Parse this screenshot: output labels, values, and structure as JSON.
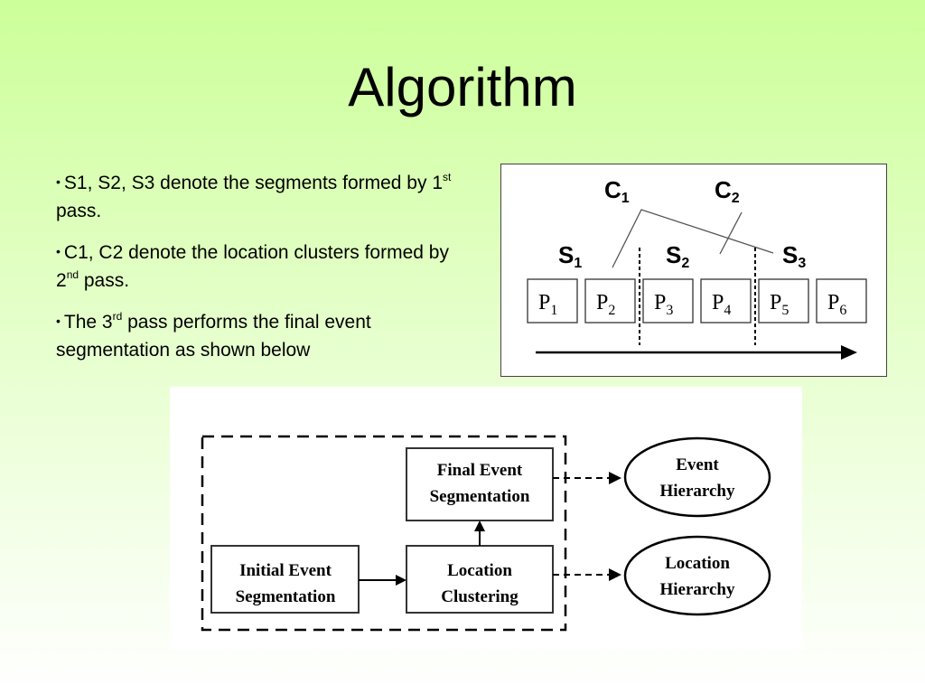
{
  "title": "Algorithm",
  "bullets": [
    {
      "before": "S1, S2, S3 denote the segments formed by 1",
      "sup": "st",
      "after": " pass."
    },
    {
      "before": "C1, C2 denote the location clusters formed by 2",
      "sup": "nd",
      "after": " pass."
    },
    {
      "before": "The 3",
      "sup": "rd",
      "after": " pass performs the final event segmentation as shown below"
    }
  ],
  "segments_diagram": {
    "clusters": [
      {
        "letter": "C",
        "sub": "1"
      },
      {
        "letter": "C",
        "sub": "2"
      }
    ],
    "segments": [
      {
        "letter": "S",
        "sub": "1"
      },
      {
        "letter": "S",
        "sub": "2"
      },
      {
        "letter": "S",
        "sub": "3"
      }
    ],
    "boxes": [
      {
        "letter": "P",
        "sub": "1"
      },
      {
        "letter": "P",
        "sub": "2"
      },
      {
        "letter": "P",
        "sub": "3"
      },
      {
        "letter": "P",
        "sub": "4"
      },
      {
        "letter": "P",
        "sub": "5"
      },
      {
        "letter": "P",
        "sub": "6"
      }
    ]
  },
  "flow_diagram": {
    "initial": [
      "Initial Event",
      "Segmentation"
    ],
    "location": [
      "Location",
      "Clustering"
    ],
    "final": [
      "Final Event",
      "Segmentation"
    ],
    "event_hierarchy": [
      "Event",
      "Hierarchy"
    ],
    "location_hierarchy": [
      "Location",
      "Hierarchy"
    ]
  }
}
